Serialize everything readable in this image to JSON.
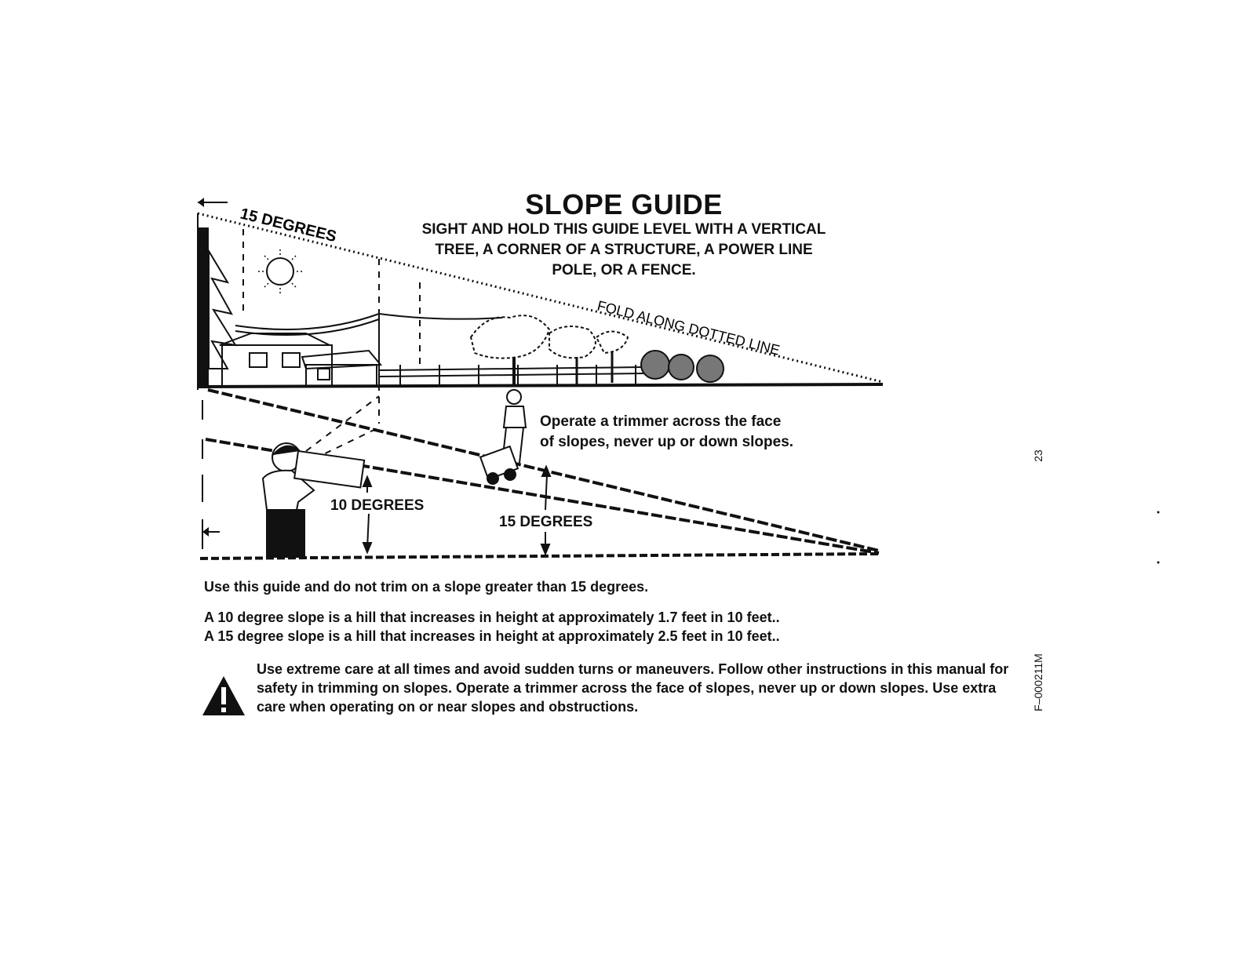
{
  "guide": {
    "title": "SLOPE GUIDE",
    "instruction": "SIGHT AND HOLD THIS GUIDE LEVEL WITH A VERTICAL\nTREE, A CORNER OF A STRUCTURE, A POWER LINE\nPOLE, OR A FENCE.",
    "fold_label": "FOLD ALONG DOTTED LINE",
    "top_angle_label": "15 DEGREES",
    "operate_note": "Operate a trimmer across the face\nof slopes, never up or down slopes.",
    "slope_10_label": "10 DEGREES",
    "slope_15_label": "15 DEGREES"
  },
  "text": {
    "limit": "Use this guide and do not trim on a slope greater than 15 degrees.",
    "ten_degree": "A 10 degree slope is a hill that increases in height at approximately 1.7 feet in 10 feet..",
    "fifteen_degree": "A 15 degree slope is a hill that increases in height at approximately 2.5 feet in 10 feet..",
    "warning": "Use extreme care at all times and avoid sudden turns or maneuvers. Follow other instructions in this manual for safety in trimming on slopes. Operate a trimmer across the face of slopes, never up or down slopes. Use extra care when operating on or near slopes and obstructions."
  },
  "margin": {
    "page_number": "23",
    "form_code": "F–000211M"
  },
  "icons": {
    "warning": "warning-triangle-icon"
  }
}
